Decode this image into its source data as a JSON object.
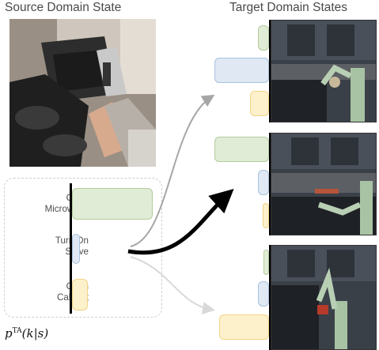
{
  "titles": {
    "source": "Source Domain State",
    "target": "Target Domain States"
  },
  "skills": [
    {
      "label": "Open\nMicrowave",
      "color": "green"
    },
    {
      "label": "Turn On\nStove",
      "color": "blue"
    },
    {
      "label": "Open\nCabinet",
      "color": "yellow"
    }
  ],
  "source_distribution": {
    "open_microwave": 0.85,
    "turn_on_stove": 0.08,
    "open_cabinet": 0.13
  },
  "target_distributions": [
    {
      "open_microwave": 0.15,
      "turn_on_stove": 0.55,
      "open_cabinet": 0.25,
      "arrow": "thin-gray"
    },
    {
      "open_microwave": 0.55,
      "turn_on_stove": 0.12,
      "open_cabinet": 0.08,
      "arrow": "thick-black"
    },
    {
      "open_microwave": 0.08,
      "turn_on_stove": 0.12,
      "open_cabinet": 0.5,
      "arrow": "thin-lightgray"
    }
  ],
  "formula": {
    "p": "p",
    "sup": "TA",
    "args": "(k|s)"
  },
  "colors": {
    "green": "#e1ecd6",
    "blue": "#dfe8f3",
    "yellow": "#fdf1cc",
    "axis": "#000000",
    "arrow_strong": "#000000",
    "arrow_gray": "#a6a6a6",
    "arrow_light": "#d9d9d9"
  }
}
